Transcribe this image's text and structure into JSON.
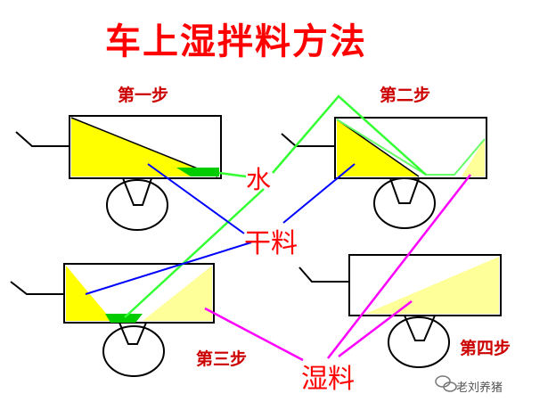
{
  "title": "车上湿拌料方法",
  "steps": [
    "第一步",
    "第二步",
    "第三步",
    "第四步"
  ],
  "labels": {
    "water": "水",
    "dry_feed": "干料",
    "wet_feed": "湿料"
  },
  "watermark": "老刘养猪",
  "colors": {
    "title": "#ff0000",
    "step": "#cc0000",
    "dry_feed_fill": "#ffff00",
    "wet_feed_fill": "#ffff99",
    "water_fill": "#00cc00",
    "water_line": "#33ff33",
    "dry_feed_line": "#0000ff",
    "wet_feed_line": "#ff00ff"
  }
}
